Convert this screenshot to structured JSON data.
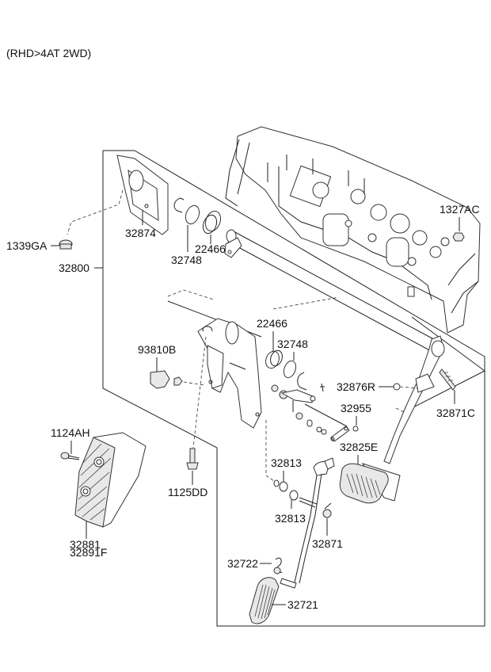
{
  "diagram": {
    "title": "(RHD>4AT 2WD)",
    "assembly_label": "32800",
    "parts": [
      {
        "id": "p1339GA",
        "label": "1339GA",
        "name": "bushing"
      },
      {
        "id": "p32800",
        "label": "32800",
        "name": "pedal-assembly"
      },
      {
        "id": "p32874",
        "label": "32874",
        "name": "bracket-plate"
      },
      {
        "id": "p32748a",
        "label": "32748",
        "name": "snap-ring"
      },
      {
        "id": "p22466a",
        "label": "22466",
        "name": "bushing-sleeve"
      },
      {
        "id": "p1327AC",
        "label": "1327AC",
        "name": "nut"
      },
      {
        "id": "p22466b",
        "label": "22466",
        "name": "bushing-sleeve"
      },
      {
        "id": "p32748b",
        "label": "32748",
        "name": "snap-ring"
      },
      {
        "id": "p93810B",
        "label": "93810B",
        "name": "stop-lamp-switch"
      },
      {
        "id": "p32876R",
        "label": "32876R",
        "name": "stopper"
      },
      {
        "id": "p32871C",
        "label": "32871C",
        "name": "spring"
      },
      {
        "id": "p32955",
        "label": "32955",
        "name": "clip"
      },
      {
        "id": "p32825E",
        "label": "32825E",
        "name": "brake-pedal-pad"
      },
      {
        "id": "p1124AH",
        "label": "1124AH",
        "name": "screw"
      },
      {
        "id": "p1125DD",
        "label": "1125DD",
        "name": "bolt"
      },
      {
        "id": "p32813a",
        "label": "32813",
        "name": "bushing"
      },
      {
        "id": "p32813b",
        "label": "32813",
        "name": "bushing"
      },
      {
        "id": "p32871",
        "label": "32871",
        "name": "return-spring"
      },
      {
        "id": "p32881",
        "label": "32881",
        "name": "foot-rest"
      },
      {
        "id": "p32891F",
        "label": "32891F",
        "name": "foot-rest-pad"
      },
      {
        "id": "p32722",
        "label": "32722",
        "name": "accelerator-spring"
      },
      {
        "id": "p32721",
        "label": "32721",
        "name": "accelerator-pedal-pad"
      }
    ]
  }
}
